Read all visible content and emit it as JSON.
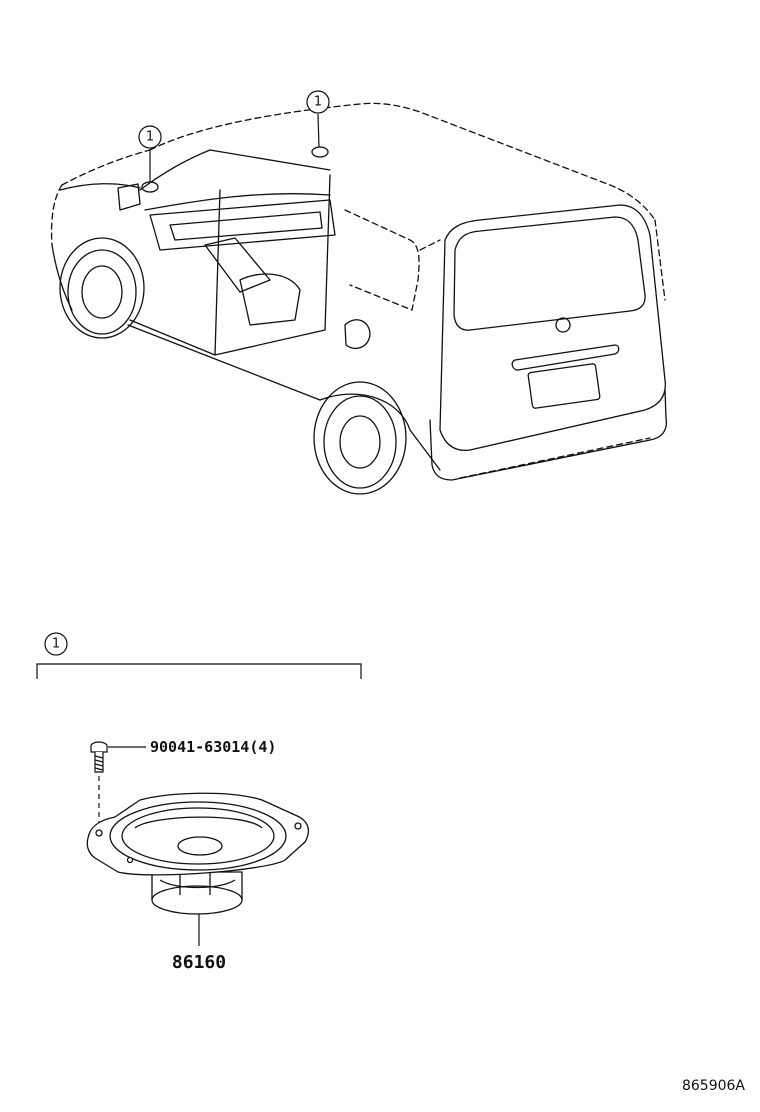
{
  "callouts": {
    "car_left": "1",
    "car_right": "1",
    "group_header": "1"
  },
  "parts": {
    "bolt_label": "90041-63014(4)",
    "speaker_label": "86160"
  },
  "figure_code": "865906A",
  "colors": {
    "line": "#111111",
    "background": "#ffffff"
  }
}
